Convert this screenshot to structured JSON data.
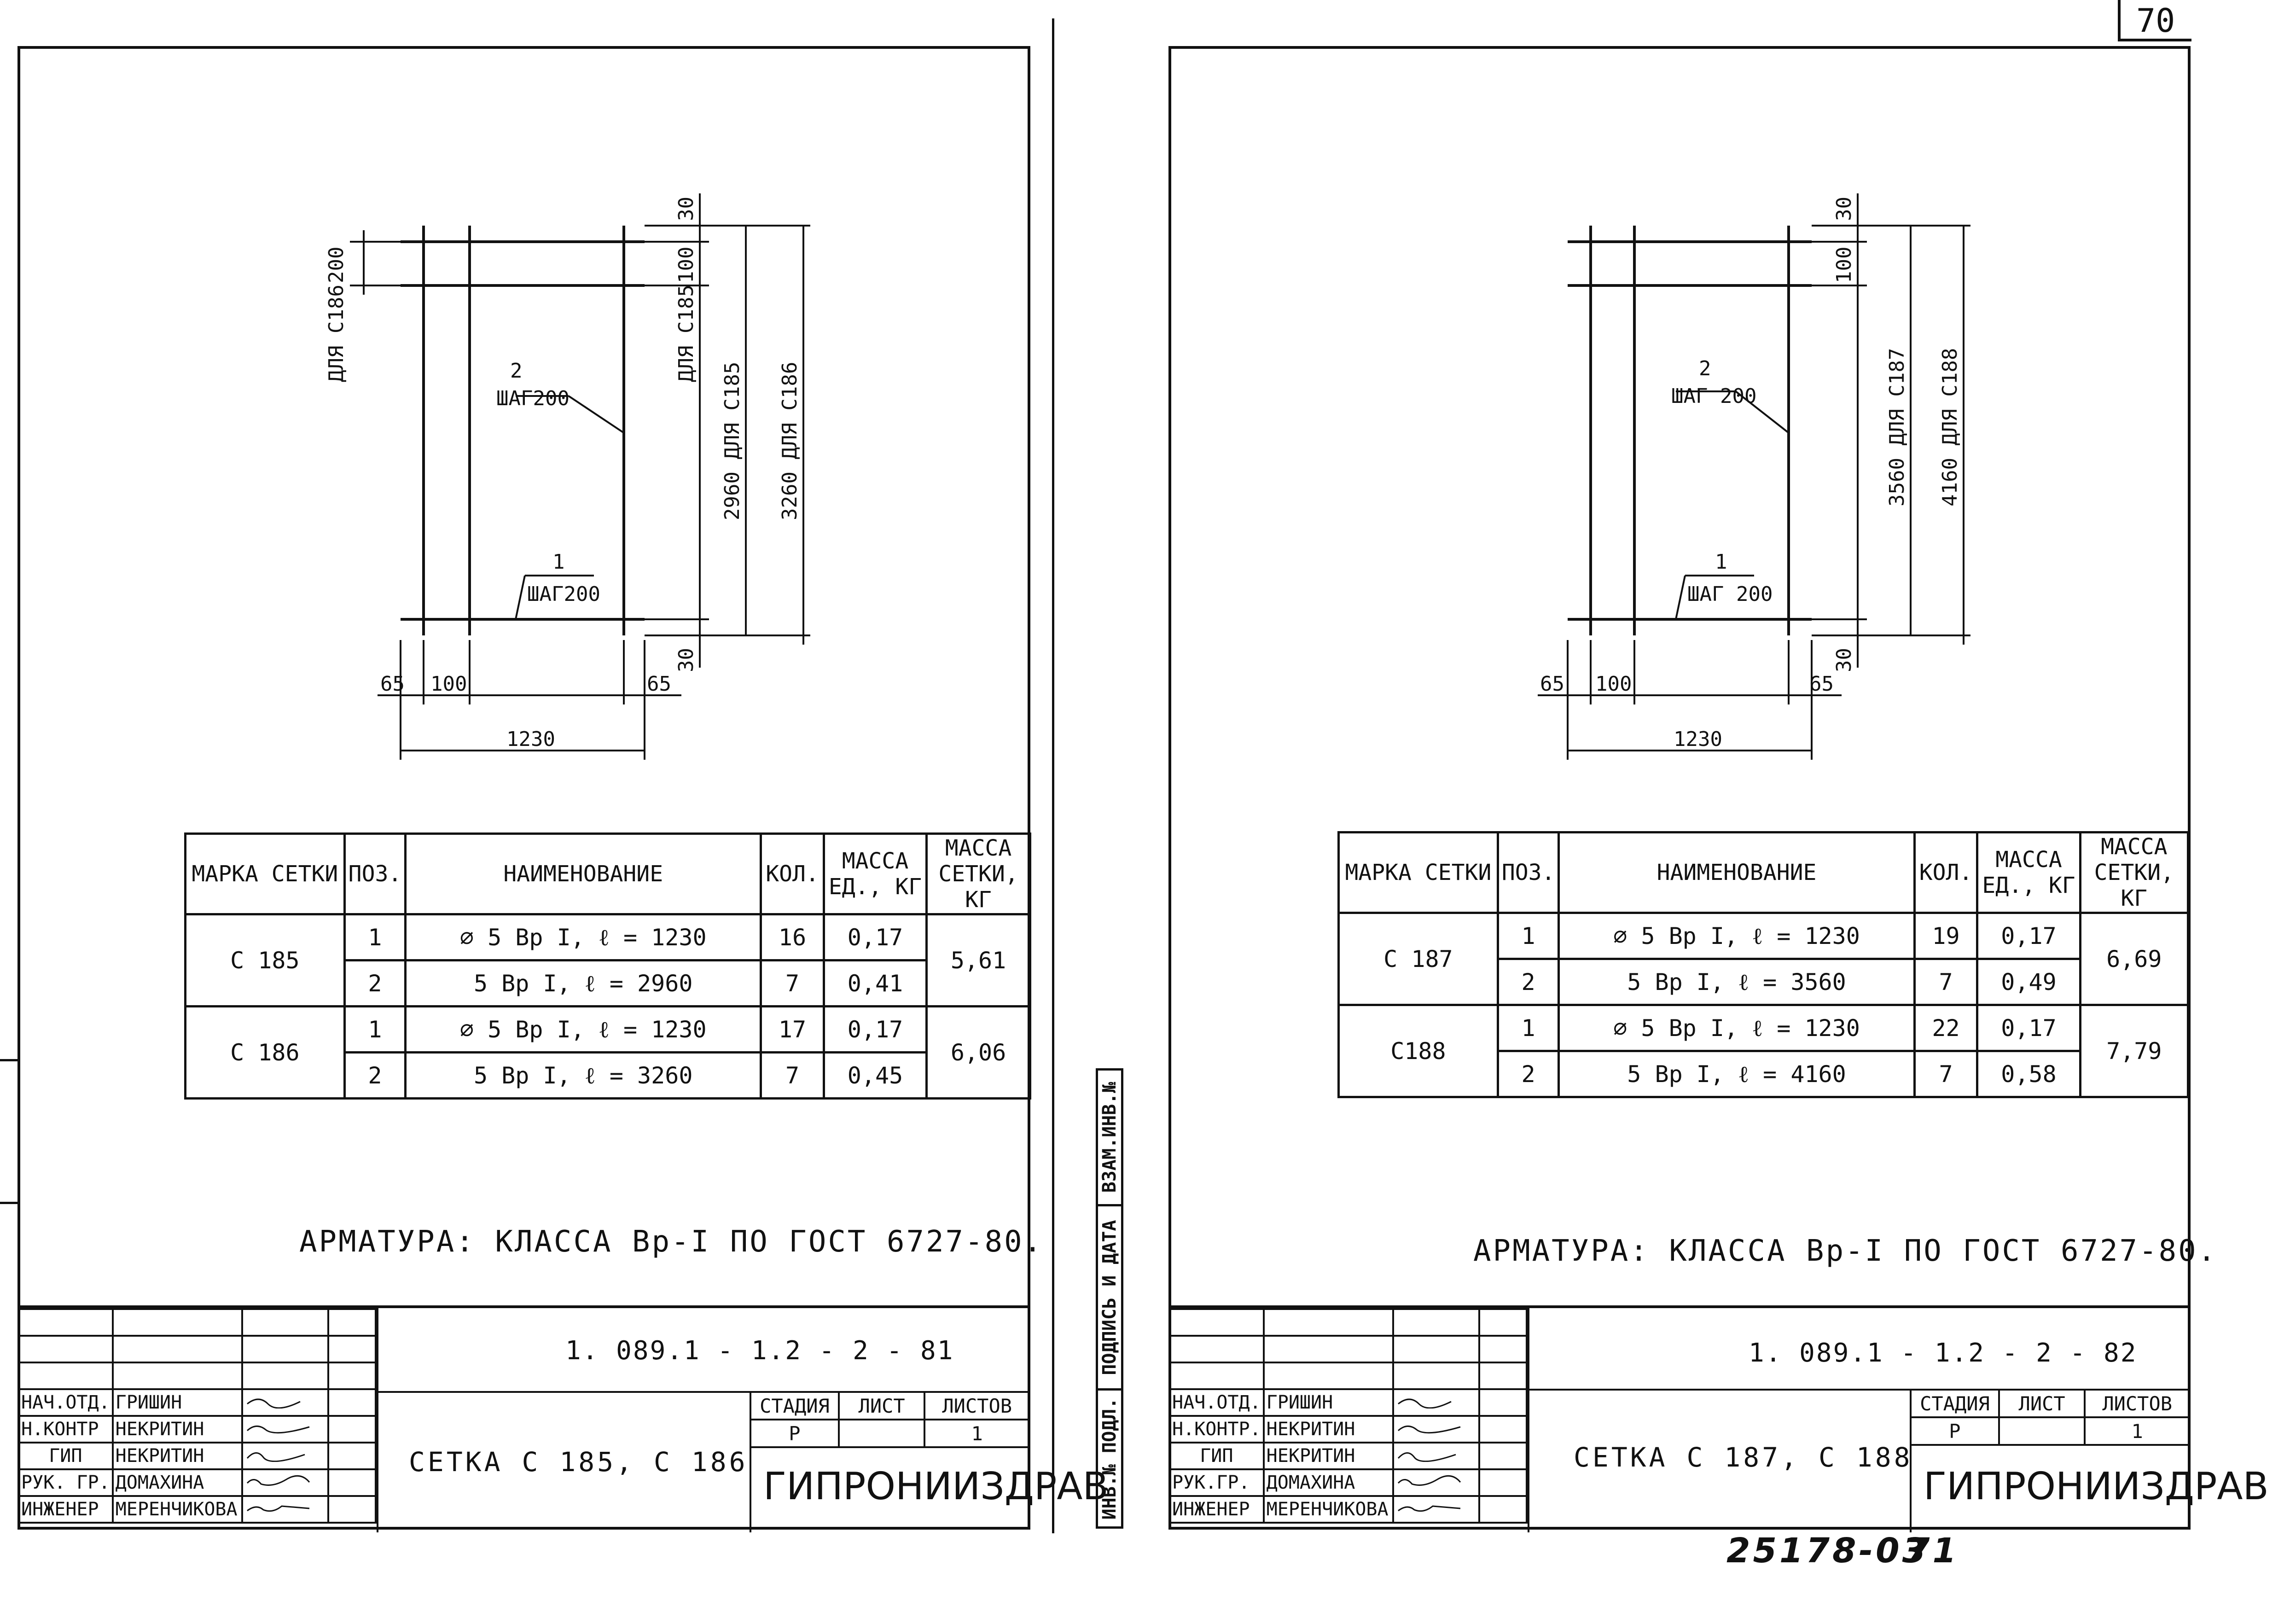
{
  "page_number": "70",
  "footer_stamp": "25178-03",
  "footer_page": "71",
  "sidebar_labels": [
    "ИНВ.№ ПОДЛ.",
    "ПОДПИСЬ И ДАТА",
    "ВЗАМ.ИНВ.№"
  ],
  "left": {
    "drawing": {
      "dim_65_left": "65",
      "dim_100": "100",
      "dim_65_right": "65",
      "dim_1230": "1230",
      "dim_30_top": "30",
      "dim_30_bottom": "30",
      "dim_100_c185": "100",
      "label_c185": "ДЛЯ С185",
      "dim_200": "200",
      "label_c186": "ДЛЯ С186",
      "dim_2960": "2960 ДЛЯ С185",
      "dim_3260": "3260 ДЛЯ С186",
      "pos2_num": "2",
      "pos2_step": "ШАГ200",
      "pos1_num": "1",
      "pos1_step": "ШАГ200"
    },
    "table": {
      "headers": [
        "МАРКА СЕТКИ",
        "ПОЗ.",
        "НАИМЕНОВАНИЕ",
        "КОЛ.",
        "МАССА ЕД., КГ",
        "МАССА СЕТКИ, КГ"
      ],
      "groups": [
        {
          "mark": "С 185",
          "mass_total": "5,61",
          "rows": [
            {
              "pos": "1",
              "name": "⌀ 5 Вр I,   ℓ = 1230",
              "qty": "16",
              "mass": "0,17"
            },
            {
              "pos": "2",
              "name": "5 Вр I,   ℓ = 2960",
              "qty": "7",
              "mass": "0,41"
            }
          ]
        },
        {
          "mark": "С 186",
          "mass_total": "6,06",
          "rows": [
            {
              "pos": "1",
              "name": "⌀ 5 Вр I,   ℓ = 1230",
              "qty": "17",
              "mass": "0,17"
            },
            {
              "pos": "2",
              "name": "5 Вр I,   ℓ = 3260",
              "qty": "7",
              "mass": "0,45"
            }
          ]
        }
      ]
    },
    "note": "АРМАТУРА: КЛАССА Вр-I ПО ГОСТ 6727-80.",
    "title_block": {
      "code": "1. 089.1 - 1.2 - 2 - 81",
      "name": "СЕТКА  С 185, С 186",
      "org": "ГИПРОНИИЗДРАВ",
      "stage_headers": [
        "СТАДИЯ",
        "ЛИСТ",
        "ЛИСТОВ"
      ],
      "stage_values": [
        "Р",
        "",
        "1"
      ],
      "staff": [
        {
          "role": "НАЧ.ОТД.",
          "name": "ГРИШИН"
        },
        {
          "role": "Н.КОНТР",
          "name": "НЕКРИТИН"
        },
        {
          "role": "ГИП",
          "name": "НЕКРИТИН"
        },
        {
          "role": "РУК. ГР.",
          "name": "ДОМАХИНА"
        },
        {
          "role": "ИНЖЕНЕР",
          "name": "МЕРЕНЧИКОВА"
        }
      ]
    }
  },
  "right": {
    "drawing": {
      "dim_65_left": "65",
      "dim_100": "100",
      "dim_65_right": "65",
      "dim_1230": "1230",
      "dim_30_top": "30",
      "dim_30_bottom": "30",
      "dim_100_top": "100",
      "dim_3560": "3560 ДЛЯ С187",
      "dim_4160": "4160 ДЛЯ С188",
      "pos2_num": "2",
      "pos2_step": "ШАГ 200",
      "pos1_num": "1",
      "pos1_step": "ШАГ 200"
    },
    "table": {
      "headers": [
        "МАРКА СЕТКИ",
        "ПОЗ.",
        "НАИМЕНОВАНИЕ",
        "КОЛ.",
        "МАССА ЕД., КГ",
        "МАССА СЕТКИ, КГ"
      ],
      "groups": [
        {
          "mark": "С 187",
          "mass_total": "6,69",
          "rows": [
            {
              "pos": "1",
              "name": "⌀ 5 Вр I,   ℓ = 1230",
              "qty": "19",
              "mass": "0,17"
            },
            {
              "pos": "2",
              "name": "5 Вр I,   ℓ = 3560",
              "qty": "7",
              "mass": "0,49"
            }
          ]
        },
        {
          "mark": "С188",
          "mass_total": "7,79",
          "rows": [
            {
              "pos": "1",
              "name": "⌀ 5 Вр I,   ℓ = 1230",
              "qty": "22",
              "mass": "0,17"
            },
            {
              "pos": "2",
              "name": "5 Вр I,   ℓ = 4160",
              "qty": "7",
              "mass": "0,58"
            }
          ]
        }
      ]
    },
    "note": "АРМАТУРА: КЛАССА Вр-I ПО ГОСТ 6727-80.",
    "title_block": {
      "code": "1. 089.1 - 1.2 - 2 - 82",
      "name": "СЕТКА  С 187, С 188",
      "org": "ГИПРОНИИЗДРАВ",
      "stage_headers": [
        "СТАДИЯ",
        "ЛИСТ",
        "ЛИСТОВ"
      ],
      "stage_values": [
        "Р",
        "",
        "1"
      ],
      "staff": [
        {
          "role": "НАЧ.ОТД.",
          "name": "ГРИШИН"
        },
        {
          "role": "Н.КОНТР.",
          "name": "НЕКРИТИН"
        },
        {
          "role": "ГИП",
          "name": "НЕКРИТИН"
        },
        {
          "role": "РУК.ГР.",
          "name": "ДОМАХИНА"
        },
        {
          "role": "ИНЖЕНЕР",
          "name": "МЕРЕНЧИКОВА"
        }
      ]
    }
  }
}
